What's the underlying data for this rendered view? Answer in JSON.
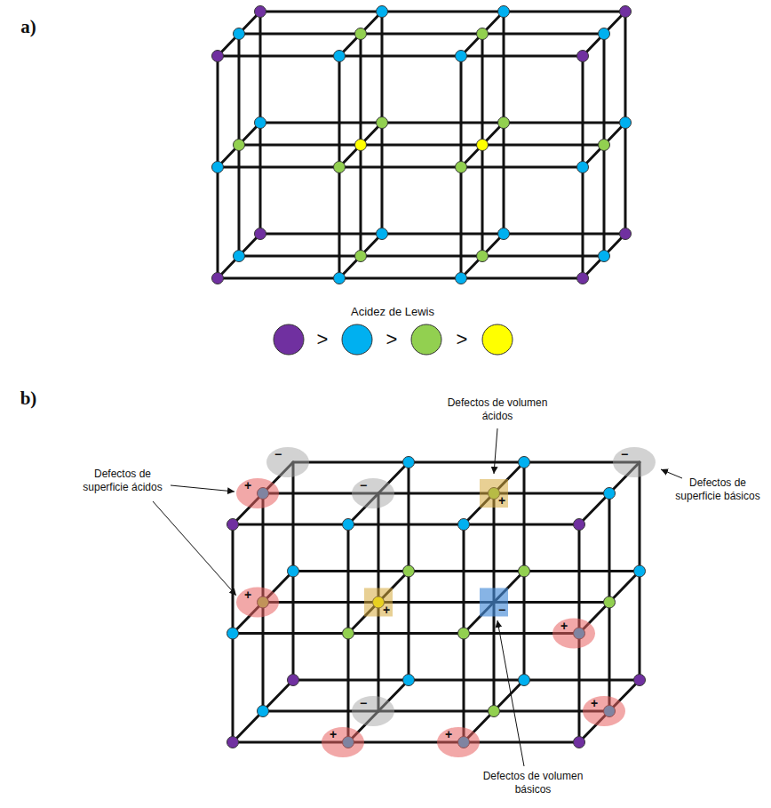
{
  "diagram": {
    "labels": [
      "a)",
      "Acidez de Lewis",
      ">",
      ">",
      ">",
      "b)",
      "Defectos de volumen ácidos",
      "Defectos de superficie básicos",
      "Defectos de superficie ácidos",
      "Defectos de volumen básicos",
      "+",
      "+",
      "+",
      "+",
      "+",
      "+",
      "+",
      "+",
      "−",
      "−",
      "−",
      "−",
      "−"
    ]
  }
}
